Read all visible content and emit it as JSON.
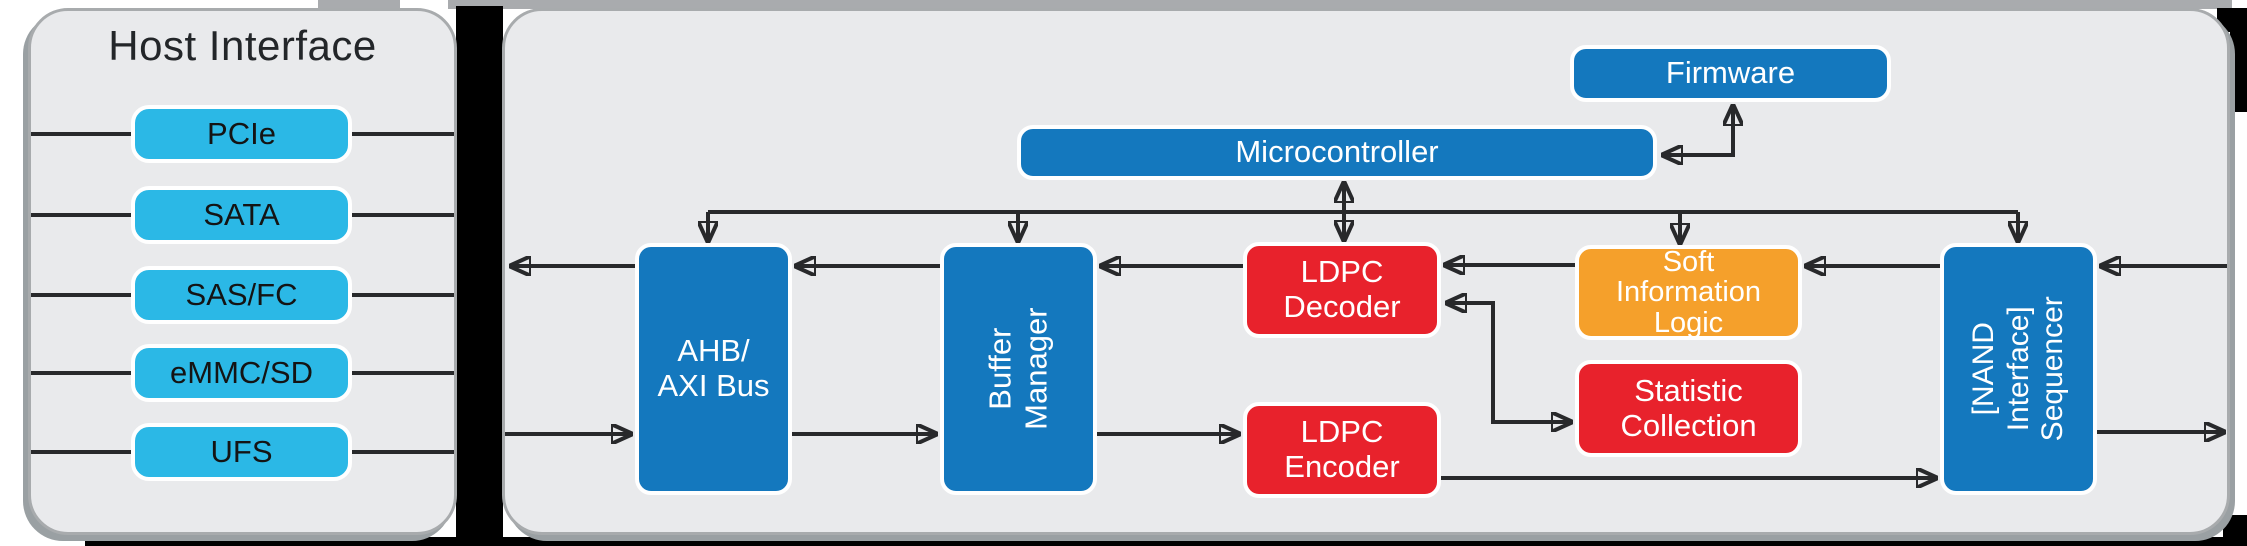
{
  "host_panel": {
    "title": "Host Interface",
    "interfaces": [
      {
        "label": "PCIe"
      },
      {
        "label": "SATA"
      },
      {
        "label": "SAS/FC"
      },
      {
        "label": "eMMC/SD"
      },
      {
        "label": "UFS"
      }
    ]
  },
  "main_panel": {
    "blocks": {
      "firmware": {
        "label": "Firmware"
      },
      "microcontroller": {
        "label": "Microcontroller"
      },
      "ahb_axi_bus": {
        "label": "AHB/\nAXI Bus"
      },
      "buffer_manager": {
        "label": "Buffer\nManager"
      },
      "ldpc_decoder": {
        "label": "LDPC\nDecoder"
      },
      "ldpc_encoder": {
        "label": "LDPC\nEncoder"
      },
      "soft_information_logic": {
        "label": "Soft\nInformation\nLogic"
      },
      "statistic_collection": {
        "label": "Statistic\nCollection"
      },
      "nand_sequencer": {
        "label": "[NAND Interface]\nSequencer"
      }
    }
  },
  "colors": {
    "block_blue": "#1478be",
    "block_cyan": "#2bb8e6",
    "block_red": "#e8222c",
    "block_orange": "#f5a02b",
    "panel_fill": "#e9eaec",
    "panel_border": "#a8abad",
    "connector": "#28292b"
  }
}
